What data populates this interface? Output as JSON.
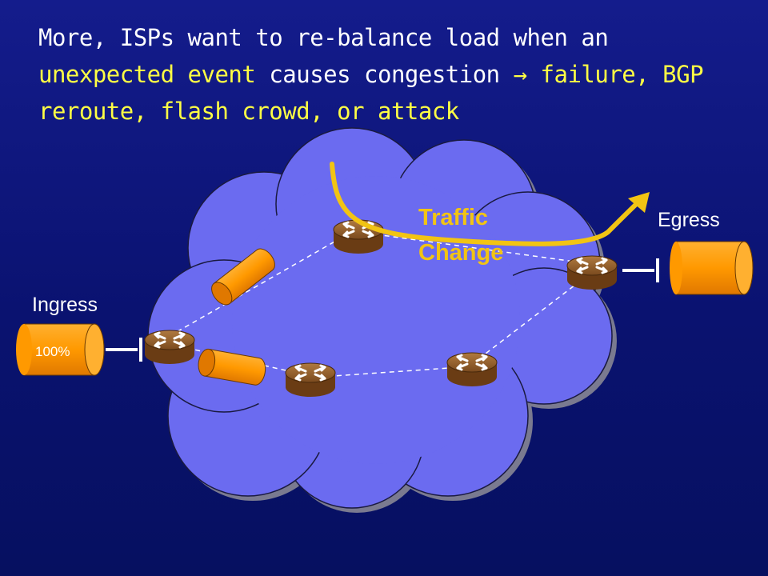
{
  "title": {
    "part1": "More, ISPs want to re-balance load when an ",
    "part2_highlight": "unexpected event",
    "part3": " causes congestion ",
    "arrow": "→",
    "part4_highlight": " failure, BGP reroute, flash crowd, or attack"
  },
  "labels": {
    "ingress": "Ingress",
    "egress": "Egress",
    "ingress_value": "100%",
    "traffic_line1": "Traffic",
    "traffic_line2": "Change"
  },
  "colors": {
    "background": "#0a1270",
    "title_text": "#ffffff",
    "highlight_text": "#ffff44",
    "cloud": "#6b6bf0",
    "traffic_curve": "#f2c413",
    "cylinder": "#ff9900",
    "router": "#8a5a2a"
  }
}
